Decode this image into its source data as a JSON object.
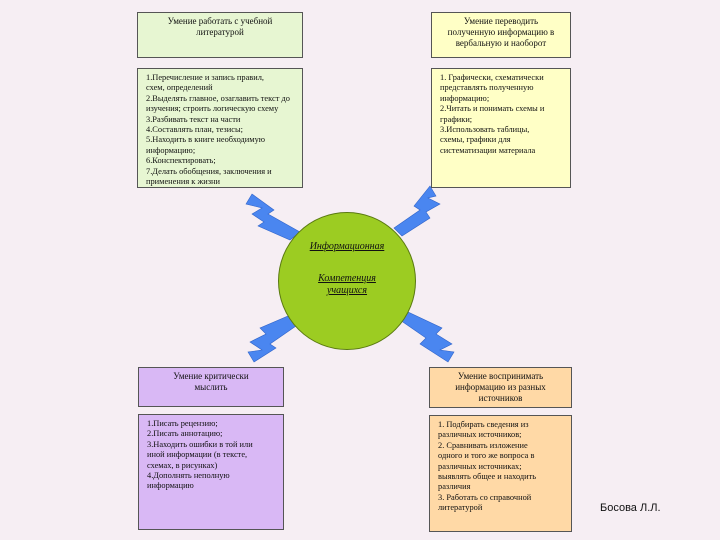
{
  "top_left": {
    "header": [
      "Умение работать с учебной",
      "литературой"
    ],
    "items": [
      "1.Перечисление и запись правил,",
      "схем, определений",
      "2.Выделять главное, озаглавить текст до",
      "изучения; строить логическую схему",
      "3.Разбивать текст на части",
      "4.Составлять план, тезисы;",
      "5.Находить в книге необходимую",
      "информацию;",
      "6.Конспектировать;",
      "7.Делать обобщения, заключения и",
      "применения к жизни"
    ]
  },
  "top_right": {
    "header": [
      "Умение переводить",
      "полученную информацию в",
      "вербальную и наоборот"
    ],
    "items": [
      "1. Графически, схематически",
      "представлять полученную",
      "информацию;",
      "2.Читать и понимать схемы и",
      "графики;",
      "3.Использовать таблицы,",
      "схемы, графики для",
      "систематизации материала"
    ]
  },
  "center": {
    "line1": "Информационная",
    "line2a": "Компетенция",
    "line2b": "учащихся"
  },
  "bottom_left": {
    "header": [
      "Умение критически",
      "мыслить"
    ],
    "items": [
      "1.Писать рецензию;",
      "2.Писать аннотацию;",
      "3.Находить ошибки в той или",
      "иной информации (в тексте,",
      "схемах, в рисунках)",
      "4.Дополнять неполную",
      "информацию"
    ]
  },
  "bottom_right": {
    "header": [
      "Умение воспринимать",
      "информацию из разных",
      "источников"
    ],
    "items": [
      "1. Подбирать сведения из",
      "различных источников;",
      "2. Сравнивать изложение",
      "одного и того же вопроса в",
      "различных источниках;",
      "выявлять общее и находить",
      "различия",
      "3. Работать со справочной",
      "литературой"
    ]
  },
  "author": "Босова Л.Л.",
  "colors": {
    "green_card": "#e7f6d2",
    "yellow_card": "#ffffc6",
    "purple_card": "#d9b8f5",
    "orange_card": "#ffd9a6",
    "circle": "#9ccc22",
    "lightning": "#4a86f0"
  },
  "connector_icon": "lightning-bolt-icon"
}
